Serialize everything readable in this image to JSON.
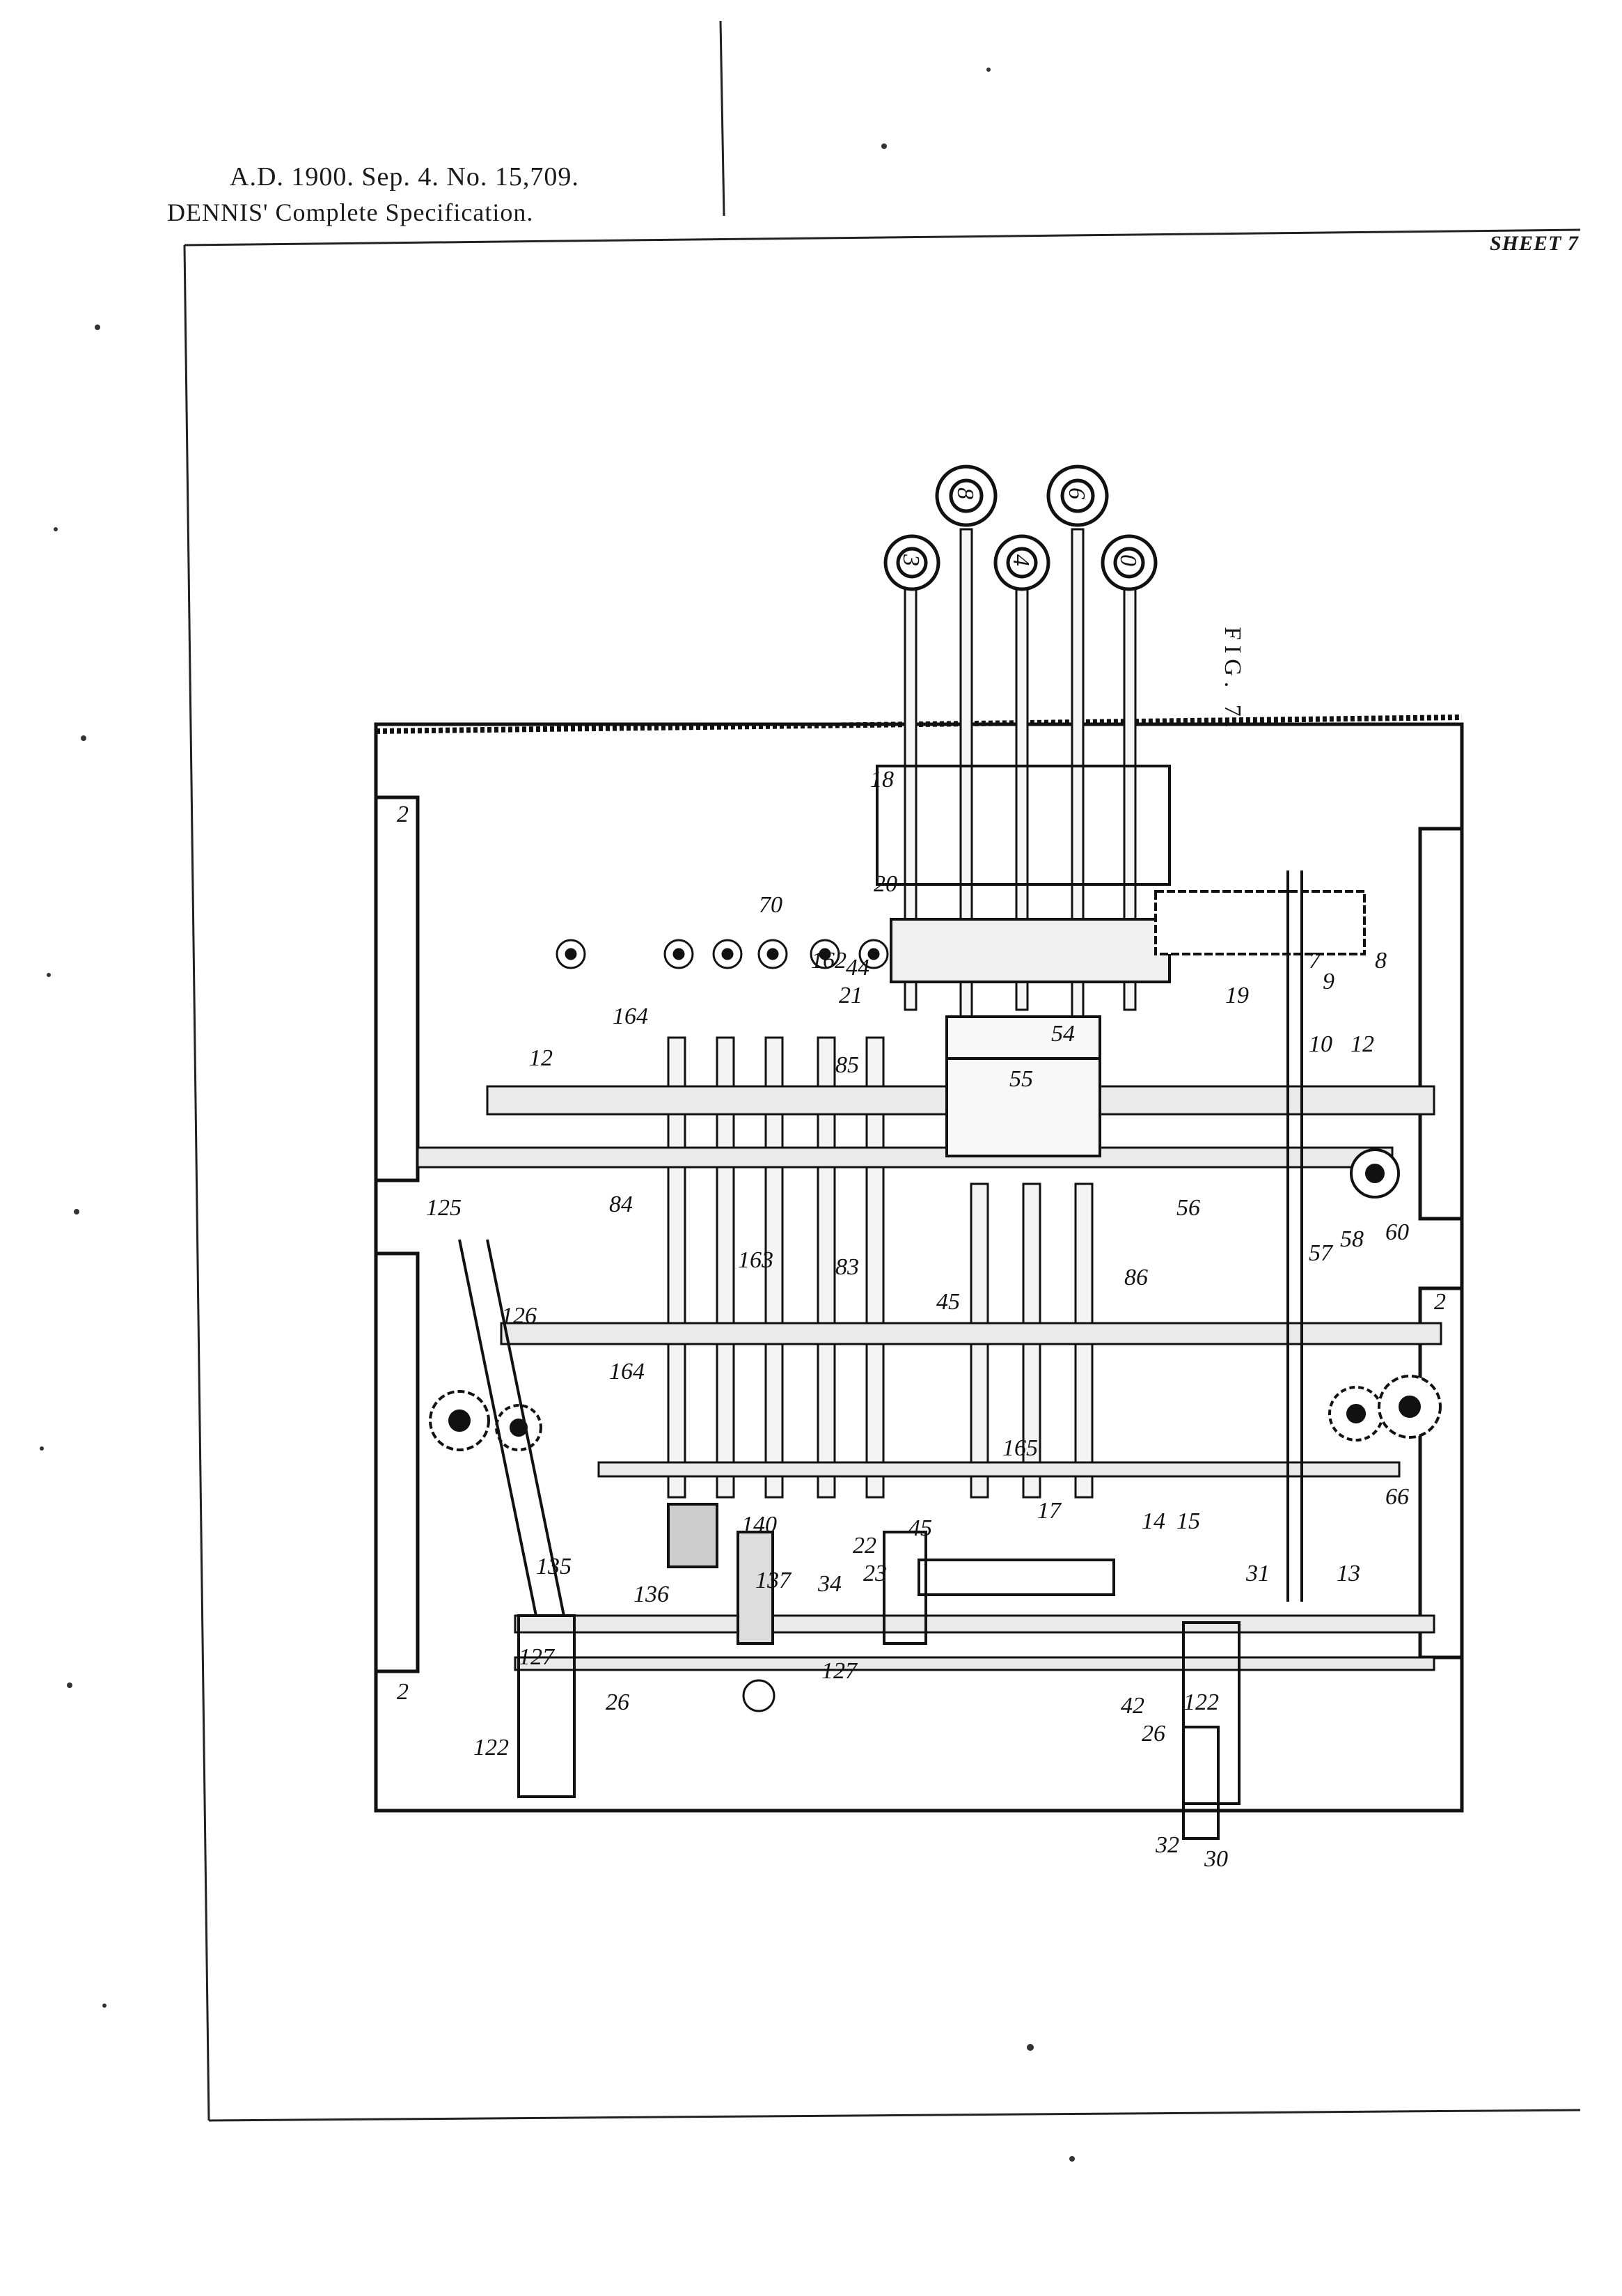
{
  "header": {
    "line1": "A.D. 1900. Sep. 4. No. 15,709.",
    "line2": "DENNIS' Complete Specification.",
    "sheet": "SHEET 7"
  },
  "figure": {
    "title": "FIG. 7.",
    "button_labels": [
      "3",
      "8",
      "6",
      "4",
      "0"
    ],
    "part_labels": [
      "2",
      "2",
      "2",
      "7",
      "8",
      "9",
      "10",
      "12",
      "12",
      "13",
      "14",
      "15",
      "17",
      "18",
      "19",
      "20",
      "21",
      "22",
      "23",
      "26",
      "26",
      "30",
      "31",
      "32",
      "34",
      "42",
      "44",
      "45",
      "45",
      "54",
      "55",
      "56",
      "57",
      "58",
      "60",
      "66",
      "70",
      "83",
      "84",
      "85",
      "86",
      "122",
      "122",
      "125",
      "126",
      "127",
      "127",
      "135",
      "136",
      "137",
      "140",
      "162",
      "163",
      "164",
      "164",
      "165"
    ]
  }
}
